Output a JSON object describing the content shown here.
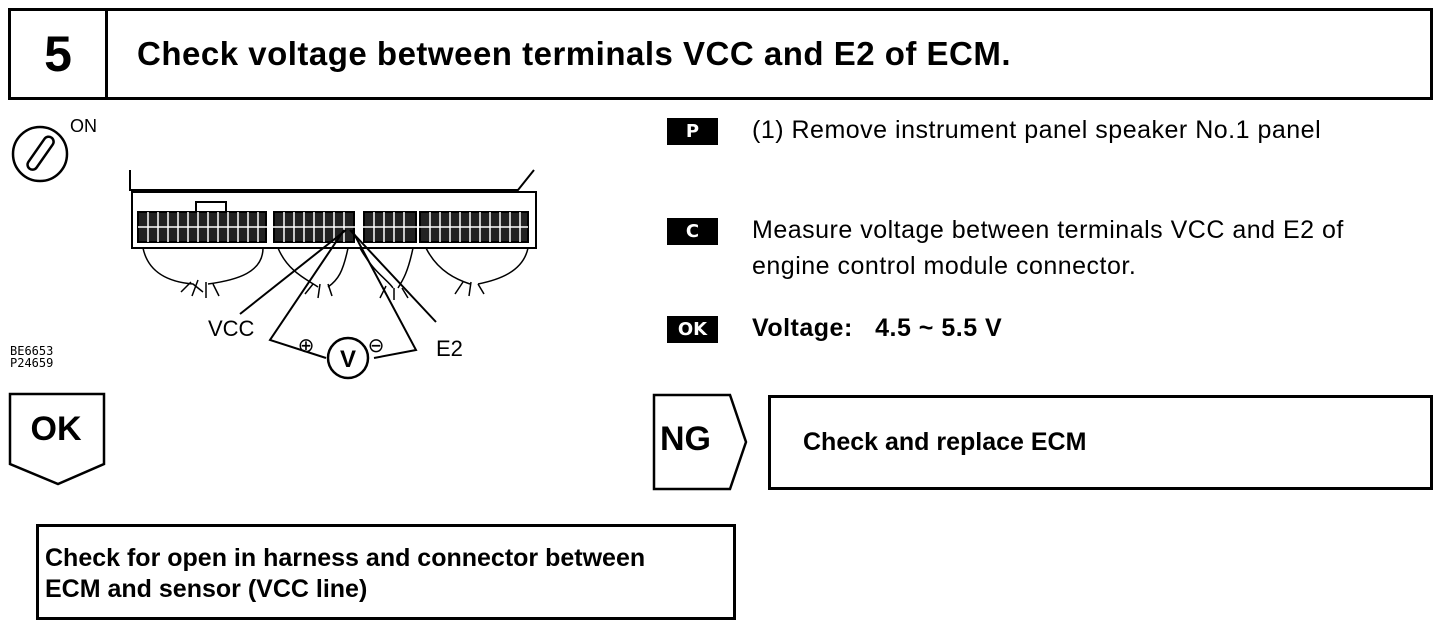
{
  "step": {
    "number": "5",
    "title": "Check voltage between terminals VCC and E2 of ECM."
  },
  "diagram": {
    "ignition_label": "ON",
    "vcc_label": "VCC",
    "e2_label": "E2",
    "meter_label": "V",
    "plus_symbol": "⊕",
    "minus_symbol": "⊖",
    "figure_ids": [
      "BE6653",
      "P24659"
    ]
  },
  "instructions": [
    {
      "badge": "P",
      "text": "(1) Remove instrument panel speaker No.1 panel"
    },
    {
      "badge": "C",
      "text": "Measure voltage between terminals VCC and E2 of",
      "text2": "engine control module connector."
    },
    {
      "badge": "OK",
      "text": "Voltage:   4.5 ~ 5.5 V"
    }
  ],
  "ok_branch": {
    "label": "OK",
    "result": "Check for open in harness and connector between",
    "result2": "ECM and sensor (VCC line)"
  },
  "ng_branch": {
    "label": "NG",
    "result": "Check and replace ECM"
  }
}
